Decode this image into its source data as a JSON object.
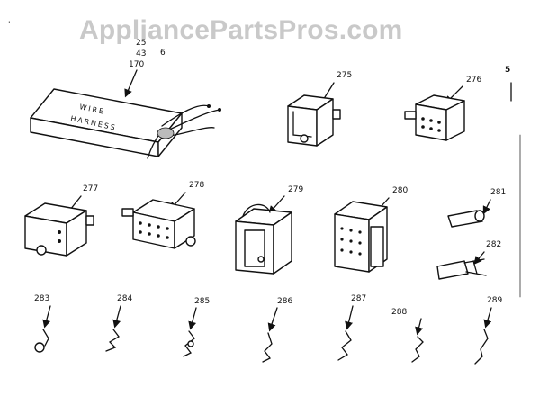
{
  "watermark": "AppliancePartsPros.com",
  "wire_harness": {
    "label_line1": "WIRE",
    "label_line2": "HARNESS",
    "refs": [
      "25",
      "43",
      "170"
    ],
    "side_note": "6"
  },
  "part_numbers": {
    "p275": "275",
    "p276": "276",
    "p277": "277",
    "p278": "278",
    "p279": "279",
    "p280": "280",
    "p281": "281",
    "p282": "282",
    "p283": "283",
    "p284": "284",
    "p285": "285",
    "p286": "286",
    "p287": "287",
    "p288": "288",
    "p289": "289"
  },
  "corner_mark": "5"
}
